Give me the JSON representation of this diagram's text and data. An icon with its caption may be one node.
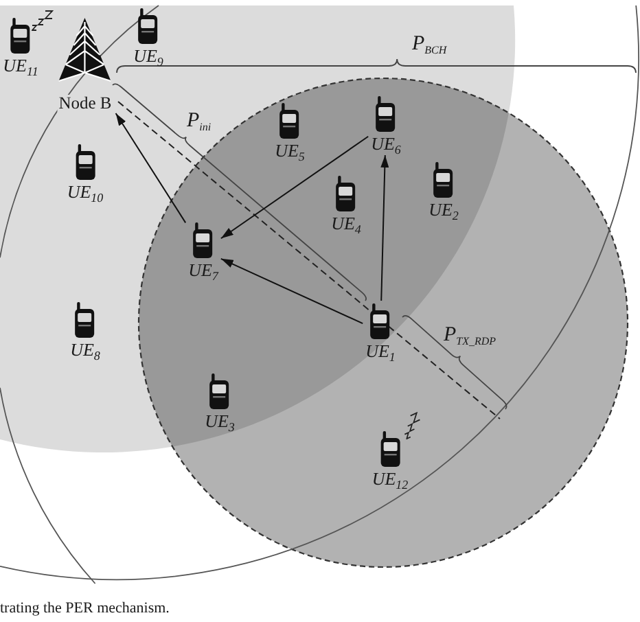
{
  "diagram": {
    "caption": "trating the PER mechanism.",
    "nodes": [
      {
        "text": [
          "UE$_{11}$"
        ]
      },
      {
        "text": [
          "Node B"
        ]
      },
      {
        "text": [
          "UE$_{9}$"
        ]
      },
      {
        "text": [
          "UE$_{5}$"
        ]
      },
      {
        "text": [
          "UE$_{6}$"
        ]
      },
      {
        "text": [
          "UE$_{10}$"
        ]
      },
      {
        "text": [
          "UE$_{4}$"
        ]
      },
      {
        "text": [
          "UE$_{2}$"
        ]
      },
      {
        "text": [
          "UE$_{7}$"
        ]
      },
      {
        "text": [
          "UE$_{1}$"
        ]
      },
      {
        "text": [
          "UE$_{8}$"
        ]
      },
      {
        "text": [
          "UE$_{3}$"
        ]
      },
      {
        "text": [
          "UE$_{12}$"
        ]
      }
    ],
    "edges": [
      {
        "from": 8,
        "to": 1,
        "arrow": "to"
      },
      {
        "from": 4,
        "to": 8,
        "arrow": "to"
      },
      {
        "from": 9,
        "to": 8,
        "arrow": "to"
      },
      {
        "from": 9,
        "to": 4,
        "arrow": "to"
      }
    ],
    "labels": [
      "P$_{BCH}$",
      "P$_{ini}$",
      "P$_{TX_RDP}$"
    ]
  }
}
